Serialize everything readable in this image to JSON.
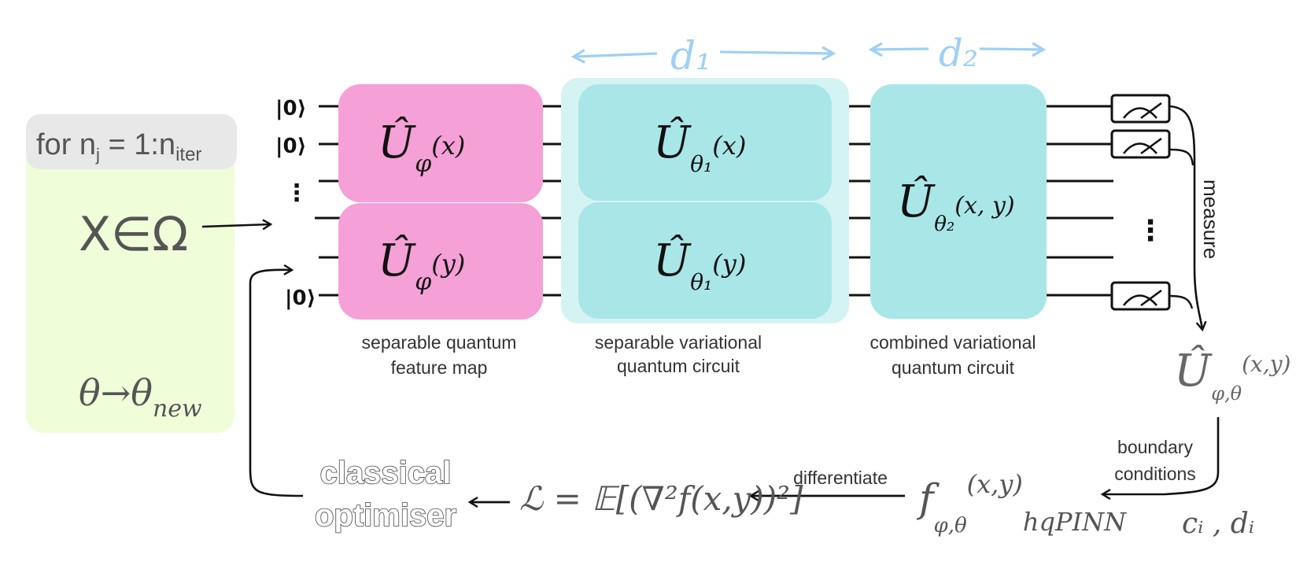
{
  "loop": {
    "title_main": "for n",
    "title_sub": "j",
    "title_eq": " = 1:n",
    "title_iter": "iter",
    "x_domain": "X∈Ω",
    "theta_base": "θ→θ",
    "theta_sub": "new"
  },
  "inputs": {
    "ket": "|0⟩",
    "dots": "⋮"
  },
  "blocks": {
    "feature_x": {
      "op": "Û",
      "sub": "φ",
      "arg": "(x)"
    },
    "feature_y": {
      "op": "Û",
      "sub": "φ",
      "arg": "(y)"
    },
    "var_x": {
      "op": "Û",
      "sub": "θ₁",
      "arg": "(x)"
    },
    "var_y": {
      "op": "Û",
      "sub": "θ₁",
      "arg": "(y)"
    },
    "combined": {
      "op": "Û",
      "sub": "θ₂",
      "arg": "(x, y)"
    }
  },
  "depth": {
    "d1": "d₁",
    "d2": "d₂"
  },
  "captions": {
    "feature_map": [
      "separable quantum",
      "feature map"
    ],
    "separable_var": [
      "separable variational",
      "quantum circuit"
    ],
    "combined_var": [
      "combined variational",
      "quantum circuit"
    ]
  },
  "measure_label": "measure",
  "measure_dots": "⋮",
  "unitary_result": {
    "op": "Û",
    "sub": "φ,θ",
    "arg": "(x,y)"
  },
  "boundary": [
    "boundary",
    "conditions"
  ],
  "coeffs": "cᵢ , dᵢ",
  "function": {
    "f": "f",
    "sub": "φ,θ",
    "arg": "(x,y)",
    "tag": "hqPINN"
  },
  "differentiate": "differentiate",
  "loss": "ℒ = 𝔼[(∇²f(x,y))²]",
  "optimiser": [
    "classical",
    "optimiser"
  ],
  "colors": {
    "pink": "#f5a0d6",
    "teal": "#a9e6e8",
    "teal_light": "#d6f3f4",
    "loop_bg": "#f0fdd9",
    "loop_header": "#e8e8e8",
    "blue": "#9fd0f5",
    "ink": "#111111"
  }
}
